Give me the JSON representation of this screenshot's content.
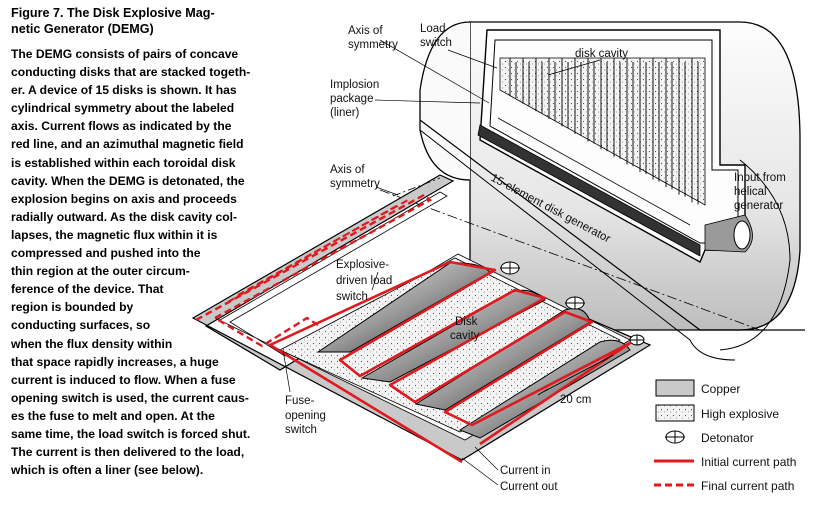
{
  "figure": {
    "title_lines": [
      "Figure 7.  The Disk Explosive Mag-",
      "netic Generator (DEMG)"
    ],
    "body_lines": [
      "The DEMG consists of pairs of concave",
      "conducting disks that are stacked togeth-",
      "er.  A device of 15 disks is shown.  It has",
      "cylindrical symmetry about the labeled",
      "axis.  Current flows as indicated by the",
      "red line, and an azimuthal magnetic field",
      "is established within each toroidal disk",
      "cavity.  When the DEMG is detonated, the",
      "explosion begins on axis and proceeds",
      "radially outward.  As the disk cavity col-",
      "lapses, the magnetic flux within it is",
      "compressed and pushed into the",
      "thin region at the outer circum-",
      "ference of the device.  That",
      "region is bounded by",
      "conducting surfaces, so",
      "when the flux density within",
      "that space rapidly increases, a huge",
      "current is induced to flow.  When a fuse",
      "opening switch is used, the current caus-",
      "es the fuse to melt and open.  At the",
      "same time, the load switch is forced shut.",
      "The current is then delivered to the load,",
      "which is often a liner (see below)."
    ]
  },
  "labels": {
    "axis_top": [
      "Axis of",
      "symmetry"
    ],
    "load_switch": [
      "Load",
      "switch"
    ],
    "disk_cavity_top": "disk cavity",
    "implosion": [
      "Implosion",
      "package",
      "(liner)"
    ],
    "axis_mid": [
      "Axis of",
      "symmetry"
    ],
    "generator": "15-element disk generator",
    "input": [
      "Input from",
      "helical",
      "generator"
    ],
    "explosive_switch": [
      "Explosive-",
      "driven load",
      "switch"
    ],
    "disk_cavity": [
      "Disk",
      "cavity"
    ],
    "fuse": [
      "Fuse-",
      "opening",
      "switch"
    ],
    "dimension": "20 cm",
    "current_in": "Current in",
    "current_out": "Current out"
  },
  "legend": [
    {
      "label": "Copper",
      "swatch": "copper"
    },
    {
      "label": "High explosive",
      "swatch": "explosive"
    },
    {
      "label": "Detonator",
      "swatch": "detonator"
    },
    {
      "label": "Initial current path",
      "swatch": "solid-red"
    },
    {
      "label": "Final current path",
      "swatch": "dashed-red"
    }
  ],
  "colors": {
    "current": "#e0191e",
    "copper": "#c8c8c8",
    "explosive": "#f0f0f0"
  }
}
